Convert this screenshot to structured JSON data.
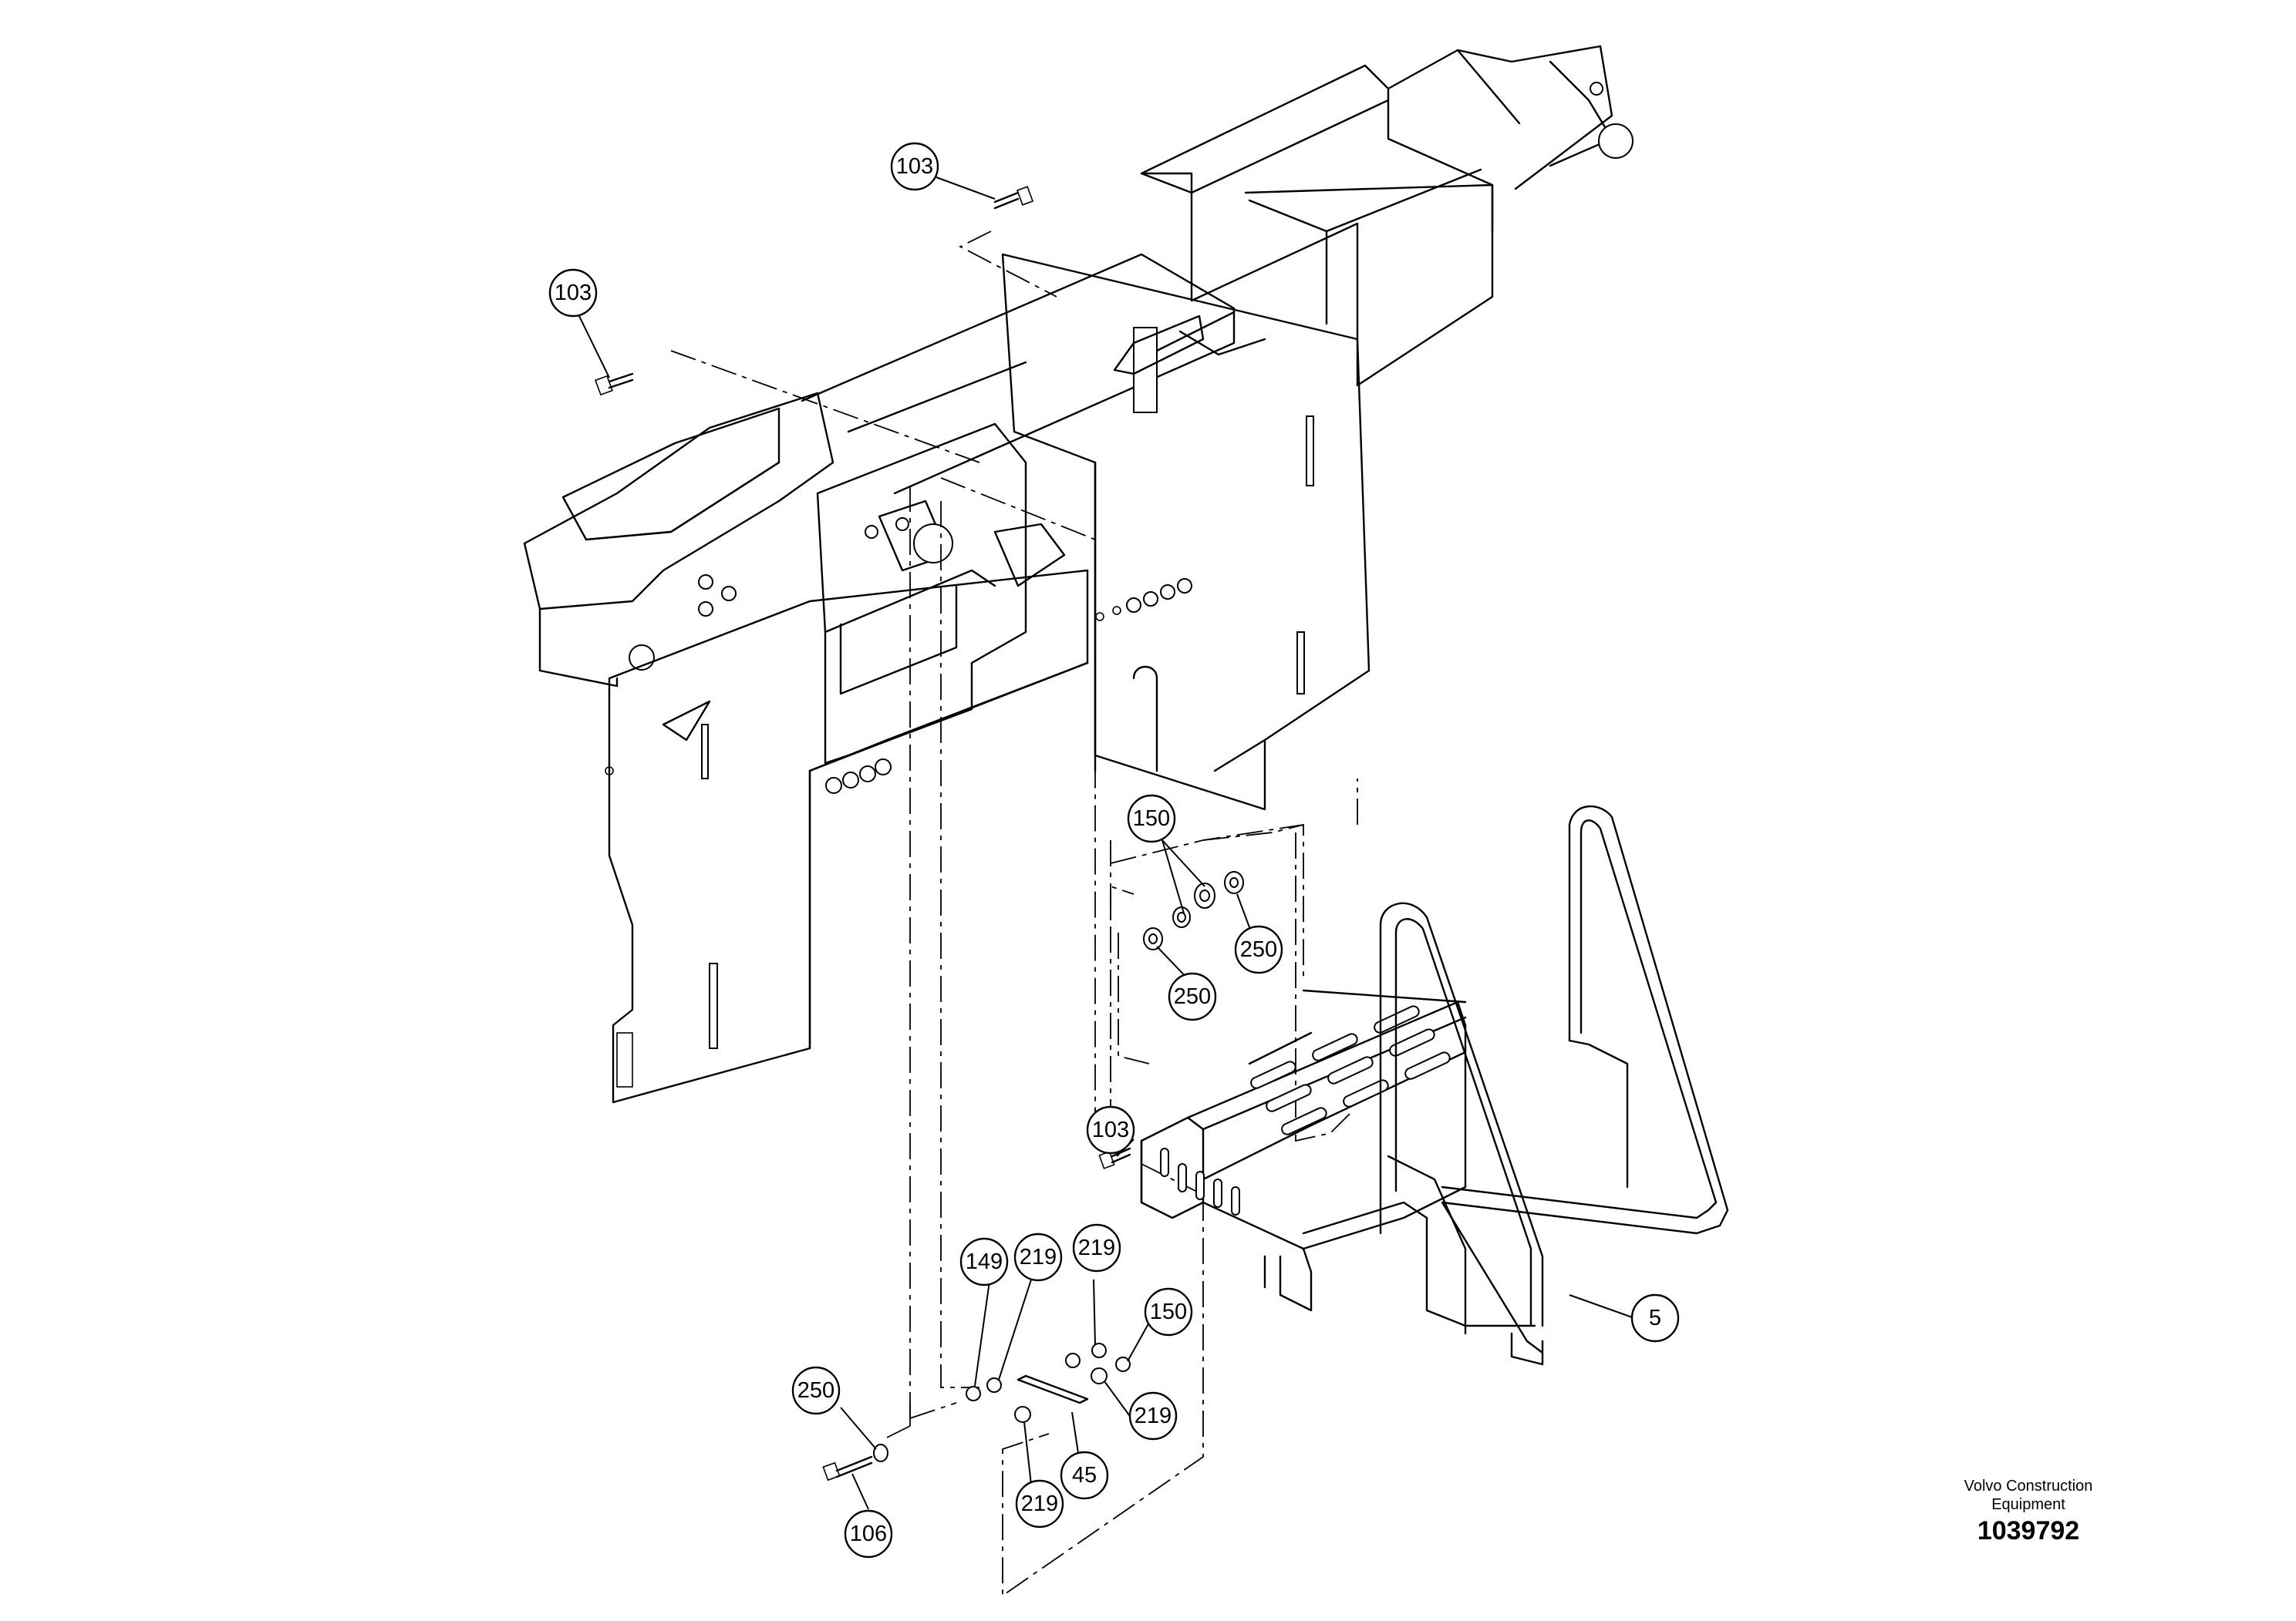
{
  "callouts": {
    "c1": "103",
    "c2": "103",
    "c3": "150",
    "c4": "250",
    "c5": "250",
    "c6": "103",
    "c7": "149",
    "c8": "219",
    "c9": "219",
    "c10": "150",
    "c11": "219",
    "c12": "250",
    "c13": "45",
    "c14": "219",
    "c15": "106",
    "c16": "5"
  },
  "brand": {
    "company": "Volvo Construction",
    "company_line2": "Equipment",
    "document_number": "1039792"
  }
}
